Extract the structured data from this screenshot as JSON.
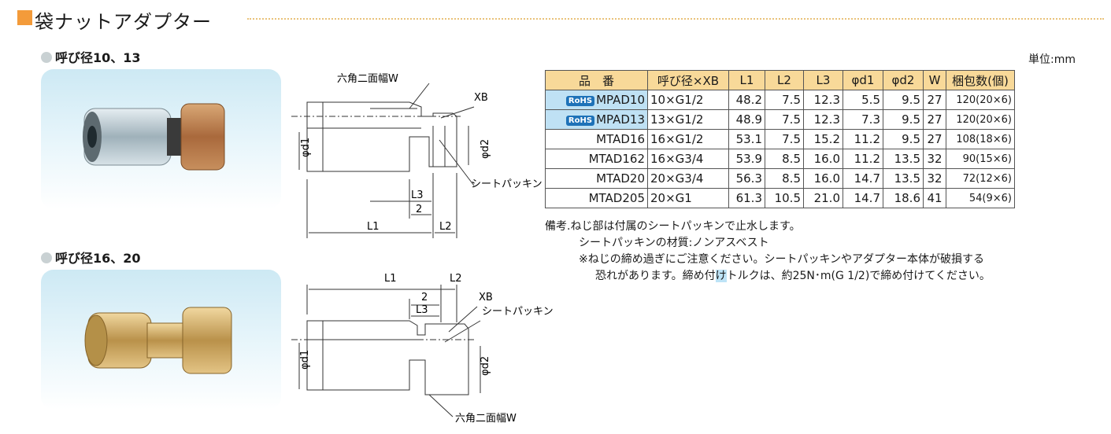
{
  "page": {
    "title": "袋ナットアダプター",
    "unit_label": "単位:mm"
  },
  "sections": [
    {
      "heading": "呼び径10、13"
    },
    {
      "heading": "呼び径16、20"
    }
  ],
  "drawing_labels": {
    "hex_width": "六角二面幅W",
    "xb": "XB",
    "phi_d1": "φd1",
    "phi_d2": "φd2",
    "seat_packing": "シートパッキン",
    "l1": "L1",
    "l2": "L2",
    "l3": "L3",
    "two": "2"
  },
  "table": {
    "headers": [
      "品　番",
      "呼び径×XB",
      "L1",
      "L2",
      "L3",
      "φd1",
      "φd2",
      "W",
      "梱包数(個)"
    ],
    "rohs_label": "RoHS",
    "rows": [
      {
        "rohs": true,
        "part": "MPAD10",
        "size": "10×G1/2",
        "l1": "48.2",
        "l2": "7.5",
        "l3": "12.3",
        "d1": "5.5",
        "d2": "9.5",
        "w": "27",
        "pack": "120(20×6)"
      },
      {
        "rohs": true,
        "part": "MPAD13",
        "size": "13×G1/2",
        "l1": "48.9",
        "l2": "7.5",
        "l3": "12.3",
        "d1": "7.3",
        "d2": "9.5",
        "w": "27",
        "pack": "120(20×6)"
      },
      {
        "rohs": false,
        "part": "MTAD16",
        "size": "16×G1/2",
        "l1": "53.1",
        "l2": "7.5",
        "l3": "15.2",
        "d1": "11.2",
        "d2": "9.5",
        "w": "27",
        "pack": "108(18×6)"
      },
      {
        "rohs": false,
        "part": "MTAD162",
        "size": "16×G3/4",
        "l1": "53.9",
        "l2": "8.5",
        "l3": "16.0",
        "d1": "11.2",
        "d2": "13.5",
        "w": "32",
        "pack": "90(15×6)"
      },
      {
        "rohs": false,
        "part": "MTAD20",
        "size": "20×G3/4",
        "l1": "56.3",
        "l2": "8.5",
        "l3": "16.0",
        "d1": "14.7",
        "d2": "13.5",
        "w": "32",
        "pack": "72(12×6)"
      },
      {
        "rohs": false,
        "part": "MTAD205",
        "size": "20×G1",
        "l1": "61.3",
        "l2": "10.5",
        "l3": "21.0",
        "d1": "14.7",
        "d2": "18.6",
        "w": "41",
        "pack": "54(9×6)"
      }
    ]
  },
  "notes": {
    "line1": "備考.ねじ部は付属のシートパッキンで止水します。",
    "line2": "シートパッキンの材質:ノンアスベスト",
    "line3": "※ねじの締め過ぎにご注意ください。シートパッキンやアダプター本体が破損する",
    "line4_before": "恐れがあります。締め付",
    "line4_highlight": "け",
    "line4_after": "トルクは、約25N･m(G 1/2)で締め付けてください。"
  },
  "colors": {
    "accent_orange": "#f39b3a",
    "header_yellow": "#f8d999",
    "rohs_blue": "#bfe1f4",
    "photo_blue": "#cde9f4"
  }
}
